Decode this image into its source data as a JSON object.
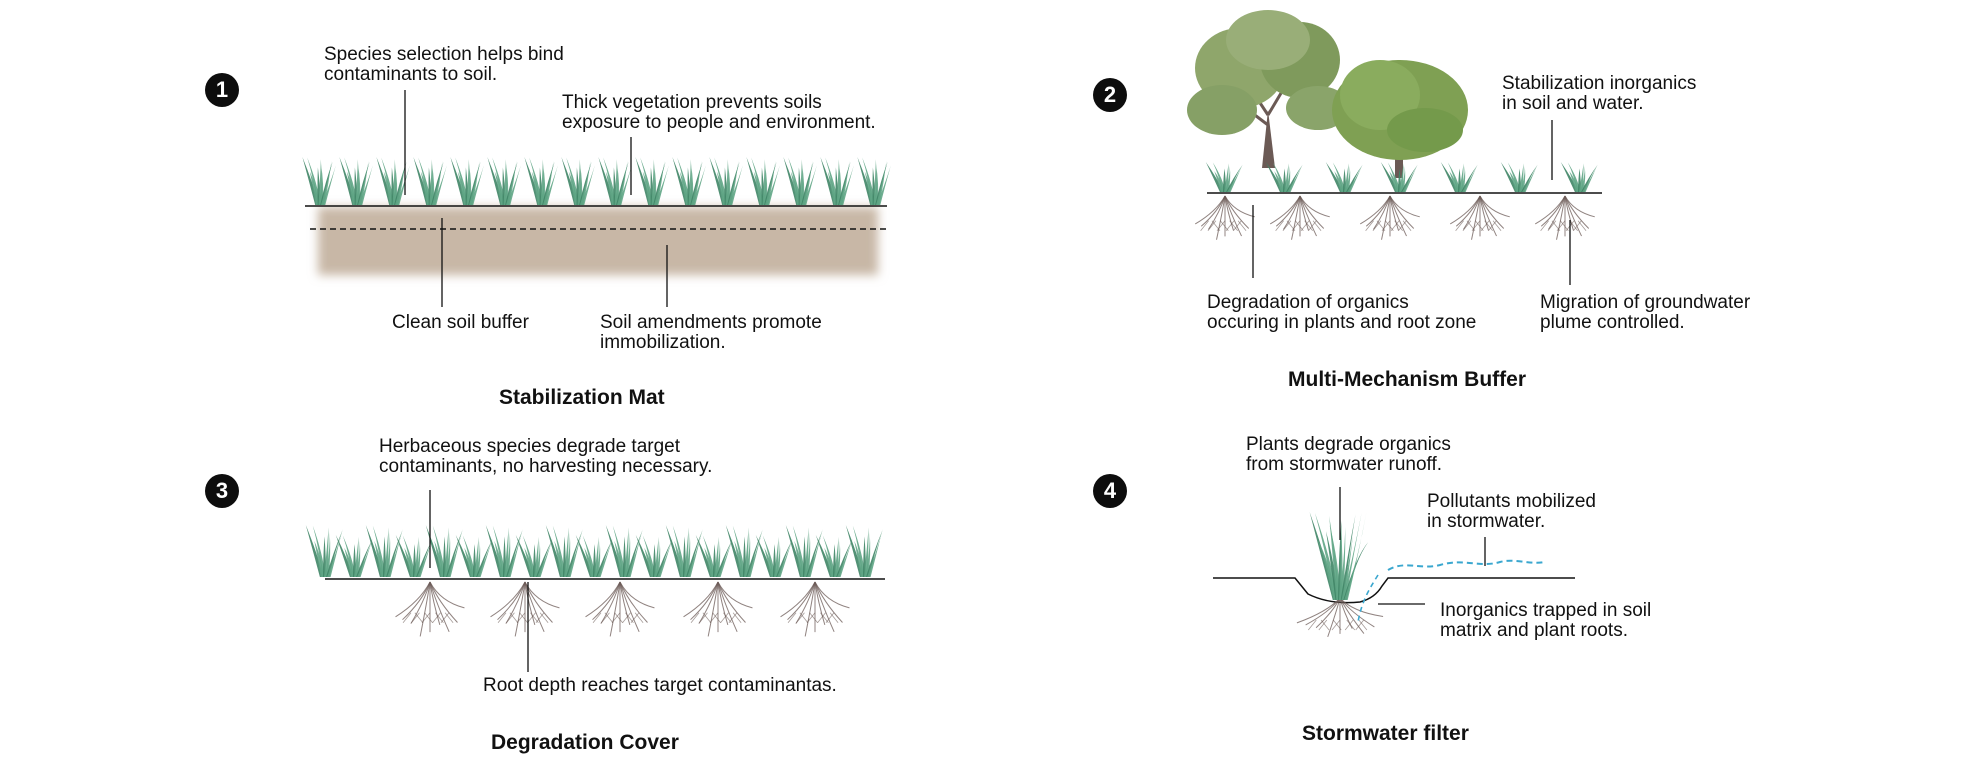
{
  "panels": [
    {
      "number": "1",
      "title": "Stabilization Mat",
      "labels": {
        "species": "Species selection helps bind\ncontaminants to soil.",
        "thick": "Thick vegetation prevents soils\nexposure to people and environment.",
        "buffer": "Clean soil buffer",
        "amend": "Soil amendments promote\nimmobilization."
      }
    },
    {
      "number": "2",
      "title": "Multi-Mechanism Buffer",
      "labels": {
        "stab": "Stabilization inorganics\nin soil and water.",
        "degr": "Degradation of organics\noccuring in plants and root zone",
        "migr": "Migration of groundwater\nplume controlled."
      }
    },
    {
      "number": "3",
      "title": "Degradation Cover",
      "labels": {
        "herb": "Herbaceous species degrade target\ncontaminants, no harvesting necessary.",
        "root": "Root depth reaches target contaminantas."
      }
    },
    {
      "number": "4",
      "title": "Stormwater filter",
      "labels": {
        "plants": "Plants degrade organics\nfrom stormwater runoff.",
        "poll": "Pollutants mobilized\nin stormwater.",
        "inorg": "Inorganics trapped in soil\nmatrix and plant roots."
      }
    }
  ],
  "colors": {
    "grass": "#5fa585",
    "grass_dark": "#3f8566",
    "soil": "#c8b7a6",
    "root": "#6b5a55",
    "tree": "#7f9a5c",
    "water": "#3aa7cf",
    "line": "#111111"
  }
}
